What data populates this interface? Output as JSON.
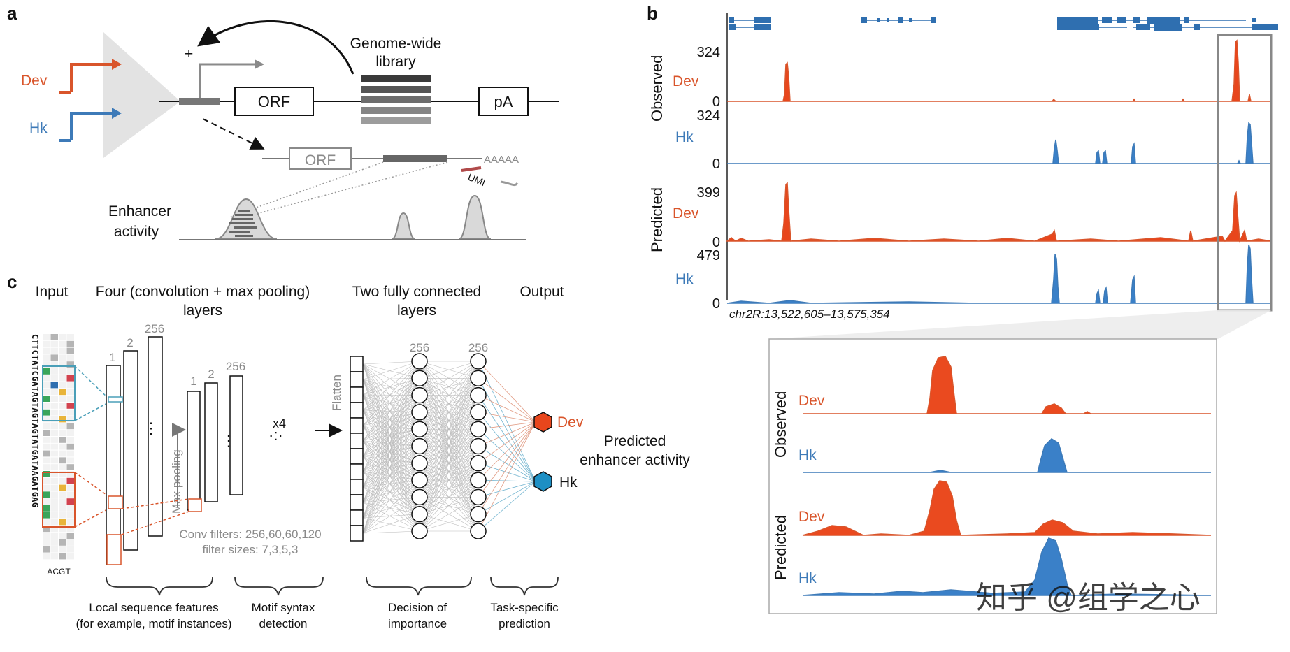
{
  "panels": {
    "a": "a",
    "b": "b",
    "c": "c"
  },
  "panel_a": {
    "dev_label": "Dev",
    "hk_label": "Hk",
    "plus": "+",
    "library_line1": "Genome-wide",
    "library_line2": "library",
    "orf_label": "ORF",
    "pa_label": "pA",
    "orf_transcript_label": "ORF",
    "polya_label": "AAAAA",
    "umi_label": "UMI",
    "enhancer_line1": "Enhancer",
    "enhancer_line2": "activity"
  },
  "panel_b": {
    "observed_label": "Observed",
    "predicted_label": "Predicted",
    "dev_label": "Dev",
    "hk_label": "Hk",
    "obs_dev_max": "324",
    "obs_dev_min": "0",
    "obs_hk_max": "324",
    "obs_hk_min": "0",
    "pred_dev_max": "399",
    "pred_dev_min": "0",
    "pred_hk_max": "479",
    "pred_hk_min": "0",
    "coordinates": "chr2R:13,522,605–13,575,354",
    "zoom_observed": "Observed",
    "zoom_predicted": "Predicted",
    "zoom_dev": "Dev",
    "zoom_hk": "Hk",
    "zoom_dev2": "Dev",
    "zoom_hk2": "Hk"
  },
  "panel_c": {
    "input_header": "Input",
    "conv_header_line1": "Four (convolution + max pooling)",
    "conv_header_line2": "layers",
    "fc_header_line1": "Two fully connected",
    "fc_header_line2": "layers",
    "output_header": "Output",
    "sequence": "CTTCTATCGATAGTAGTAGTATGATAAGATGAG",
    "acgt": "ACGT",
    "filter_1": "1",
    "filter_2": "2",
    "filter_256": "256",
    "filter_1b": "1",
    "filter_2b": "2",
    "filter_256b": "256",
    "max_pooling": "Max pooling",
    "x4": "x4",
    "flatten": "Flatten",
    "fc1_size": "256",
    "fc2_size": "256",
    "out_dev": "Dev",
    "out_hk": "Hk",
    "predicted_line1": "Predicted",
    "predicted_line2": "enhancer activity",
    "conv_filters": "Conv filters: 256,60,60,120",
    "filter_sizes": "filter sizes: 7,3,5,3",
    "brace1_line1": "Local sequence features",
    "brace1_line2": "(for example, motif instances)",
    "brace2_line1": "Motif syntax",
    "brace2_line2": "detection",
    "brace3_line1": "Decision of",
    "brace3_line2": "importance",
    "brace4_line1": "Task-specific",
    "brace4_line2": "prediction"
  },
  "watermark": "知乎 @组学之心",
  "colors": {
    "dev": "#d9552b",
    "hk": "#3d7ab8",
    "dev_fill": "#ea4a1f",
    "hk_fill": "#3a80c8"
  }
}
